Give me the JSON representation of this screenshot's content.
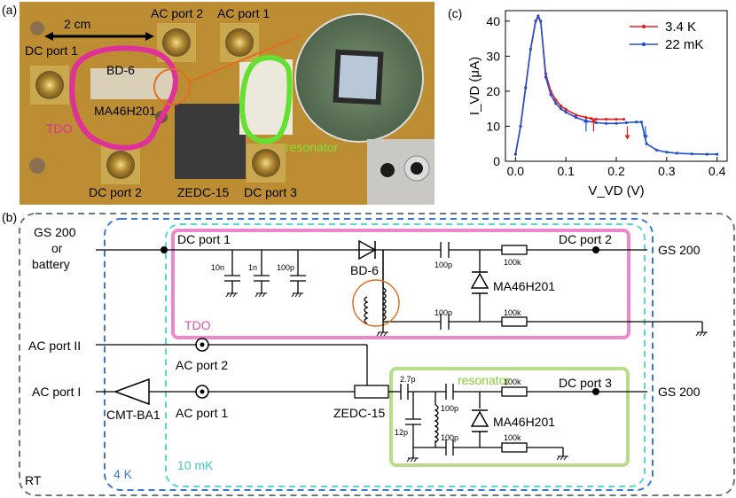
{
  "panels": {
    "a": "(a)",
    "b": "(b)",
    "c": "(c)"
  },
  "photo": {
    "scale": "2 cm",
    "labels": {
      "dc1": "DC port 1",
      "ac2": "AC port 2",
      "ac1": "AC port 1",
      "bd6": "BD-6",
      "ma": "MA46H201",
      "tdo": "TDO",
      "dc2": "DC port 2",
      "zedc": "ZEDC-15",
      "dc3": "DC port 3",
      "resonator": "resonator"
    }
  },
  "circuit": {
    "gs_left_1": "GS 200",
    "gs_left_2": "or",
    "gs_left_3": "battery",
    "dc1": "DC port 1",
    "dc2": "DC port 2",
    "dc3": "DC port 3",
    "gs_right_top": "GS 200",
    "gs_right_bot": "GS 200",
    "cap10n": "10n",
    "cap1n": "1n",
    "cap100p_a": "100p",
    "bd6": "BD-6",
    "cap100p_b": "100p",
    "res100k_a": "100k",
    "ma_top": "MA46H201",
    "cap100p_c": "100p",
    "res100k_b": "100k",
    "tdo": "TDO",
    "acII": "AC port II",
    "ac2": "AC port 2",
    "acI": "AC port I",
    "ac1": "AC port 1",
    "amp": "CMT-BA1",
    "zedc": "ZEDC-15",
    "cap2p7": "2.7p",
    "resonator": "resonator",
    "cap100p_d": "100p",
    "res100k_c": "100k",
    "ma_bot": "MA46H201",
    "cap12p": "12p",
    "cap100p_e": "100p",
    "cap100p_f": "100p",
    "res100k_d": "100k",
    "rt": "RT",
    "k4": "4 K",
    "mk10": "10 mK",
    "colors": {
      "tdo": "#ee88cc",
      "resonator": "#b8dc8a",
      "k4": "#3a78d8",
      "mk10": "#58d8c8",
      "rt": "#6a7a7a",
      "coil": "#e07020"
    }
  },
  "chart_data": {
    "type": "line",
    "xlabel": "V_VD (V)",
    "ylabel": "I_VD (μA)",
    "xlim": [
      -0.02,
      0.42
    ],
    "ylim": [
      0,
      43
    ],
    "xticks": [
      0.0,
      0.1,
      0.2,
      0.3,
      0.4
    ],
    "yticks": [
      0,
      10,
      20,
      30,
      40
    ],
    "legend_position": "top-right",
    "series": [
      {
        "name": "3.4 K",
        "color": "#e02020",
        "x": [
          0.0,
          0.01,
          0.02,
          0.03,
          0.04,
          0.045,
          0.05,
          0.06,
          0.07,
          0.08,
          0.09,
          0.1,
          0.12,
          0.14,
          0.15,
          0.16,
          0.18,
          0.2,
          0.215
        ],
        "y": [
          2,
          10,
          21,
          32,
          40,
          41,
          40,
          25,
          20,
          17.5,
          15.8,
          14.8,
          13.2,
          12.5,
          12.2,
          12.0,
          12.0,
          12.0,
          12.0
        ]
      },
      {
        "name": "22 mK",
        "color": "#2050d0",
        "x": [
          0.0,
          0.01,
          0.02,
          0.03,
          0.04,
          0.045,
          0.05,
          0.06,
          0.07,
          0.08,
          0.09,
          0.1,
          0.12,
          0.14,
          0.16,
          0.18,
          0.2,
          0.22,
          0.24,
          0.25,
          0.26,
          0.28,
          0.3,
          0.32,
          0.35,
          0.38,
          0.4
        ],
        "y": [
          2,
          10,
          21,
          32,
          40,
          41.5,
          40,
          24,
          19,
          16.5,
          15,
          14,
          12.5,
          11.5,
          11.0,
          10.8,
          10.8,
          11.0,
          11.2,
          11.2,
          5.0,
          3.2,
          2.6,
          2.3,
          2.1,
          2.0,
          2.0
        ]
      }
    ]
  }
}
